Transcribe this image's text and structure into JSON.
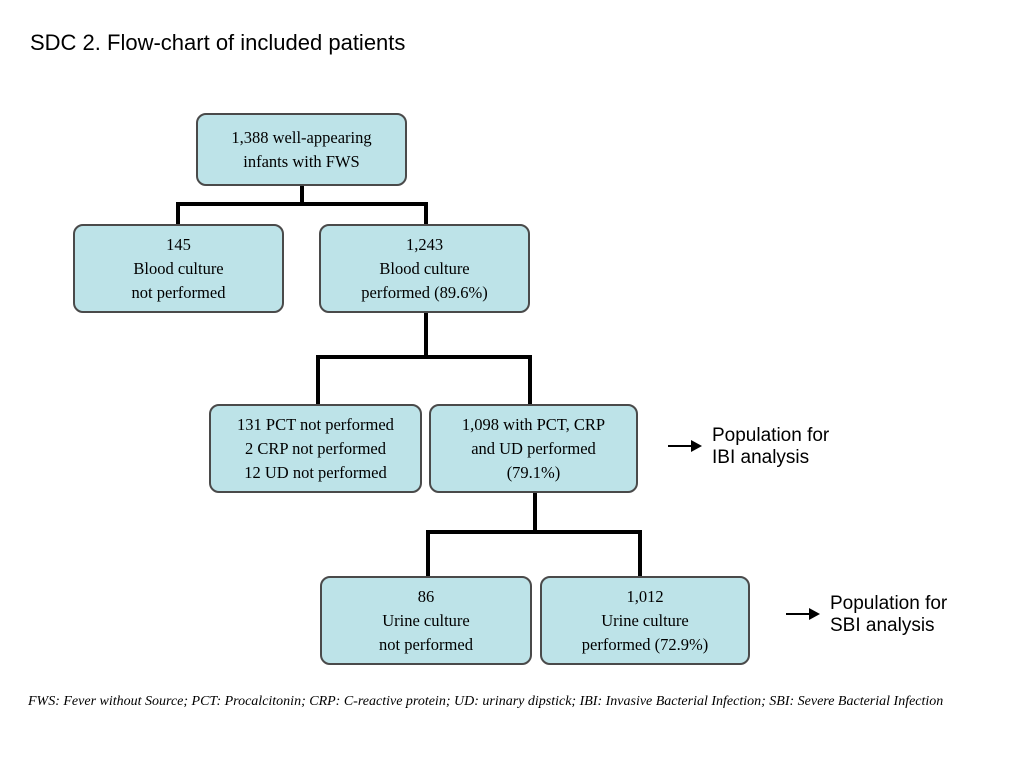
{
  "title": "SDC 2. Flow-chart of included patients",
  "boxes": {
    "root": {
      "line1": "1,388 well-appearing",
      "line2": "infants with FWS"
    },
    "blood_not": {
      "line1": "145",
      "line2": "Blood culture",
      "line3": "not performed"
    },
    "blood_yes": {
      "line1": "1,243",
      "line2": "Blood culture",
      "line3": "performed (89.6%)"
    },
    "markers_not": {
      "line1": "131 PCT not performed",
      "line2": "2 CRP not performed",
      "line3": "12 UD not performed"
    },
    "markers_yes": {
      "line1": "1,098 with PCT, CRP",
      "line2": "and UD performed",
      "line3": "(79.1%)"
    },
    "urine_not": {
      "line1": "86",
      "line2": "Urine culture",
      "line3": "not performed"
    },
    "urine_yes": {
      "line1": "1,012",
      "line2": "Urine culture",
      "line3": "performed (72.9%)"
    }
  },
  "populations": {
    "ibi": {
      "line1": "Population for",
      "line2": "IBI analysis"
    },
    "sbi": {
      "line1": "Population for",
      "line2": "SBI analysis"
    }
  },
  "footnote": "FWS: Fever without Source; PCT: Procalcitonin; CRP: C-reactive protein; UD: urinary dipstick; IBI: Invasive Bacterial Infection; SBI: Severe Bacterial Infection",
  "colors": {
    "box_fill": "#bde3e8",
    "box_border": "#4a4a4a",
    "connector": "#000000"
  }
}
